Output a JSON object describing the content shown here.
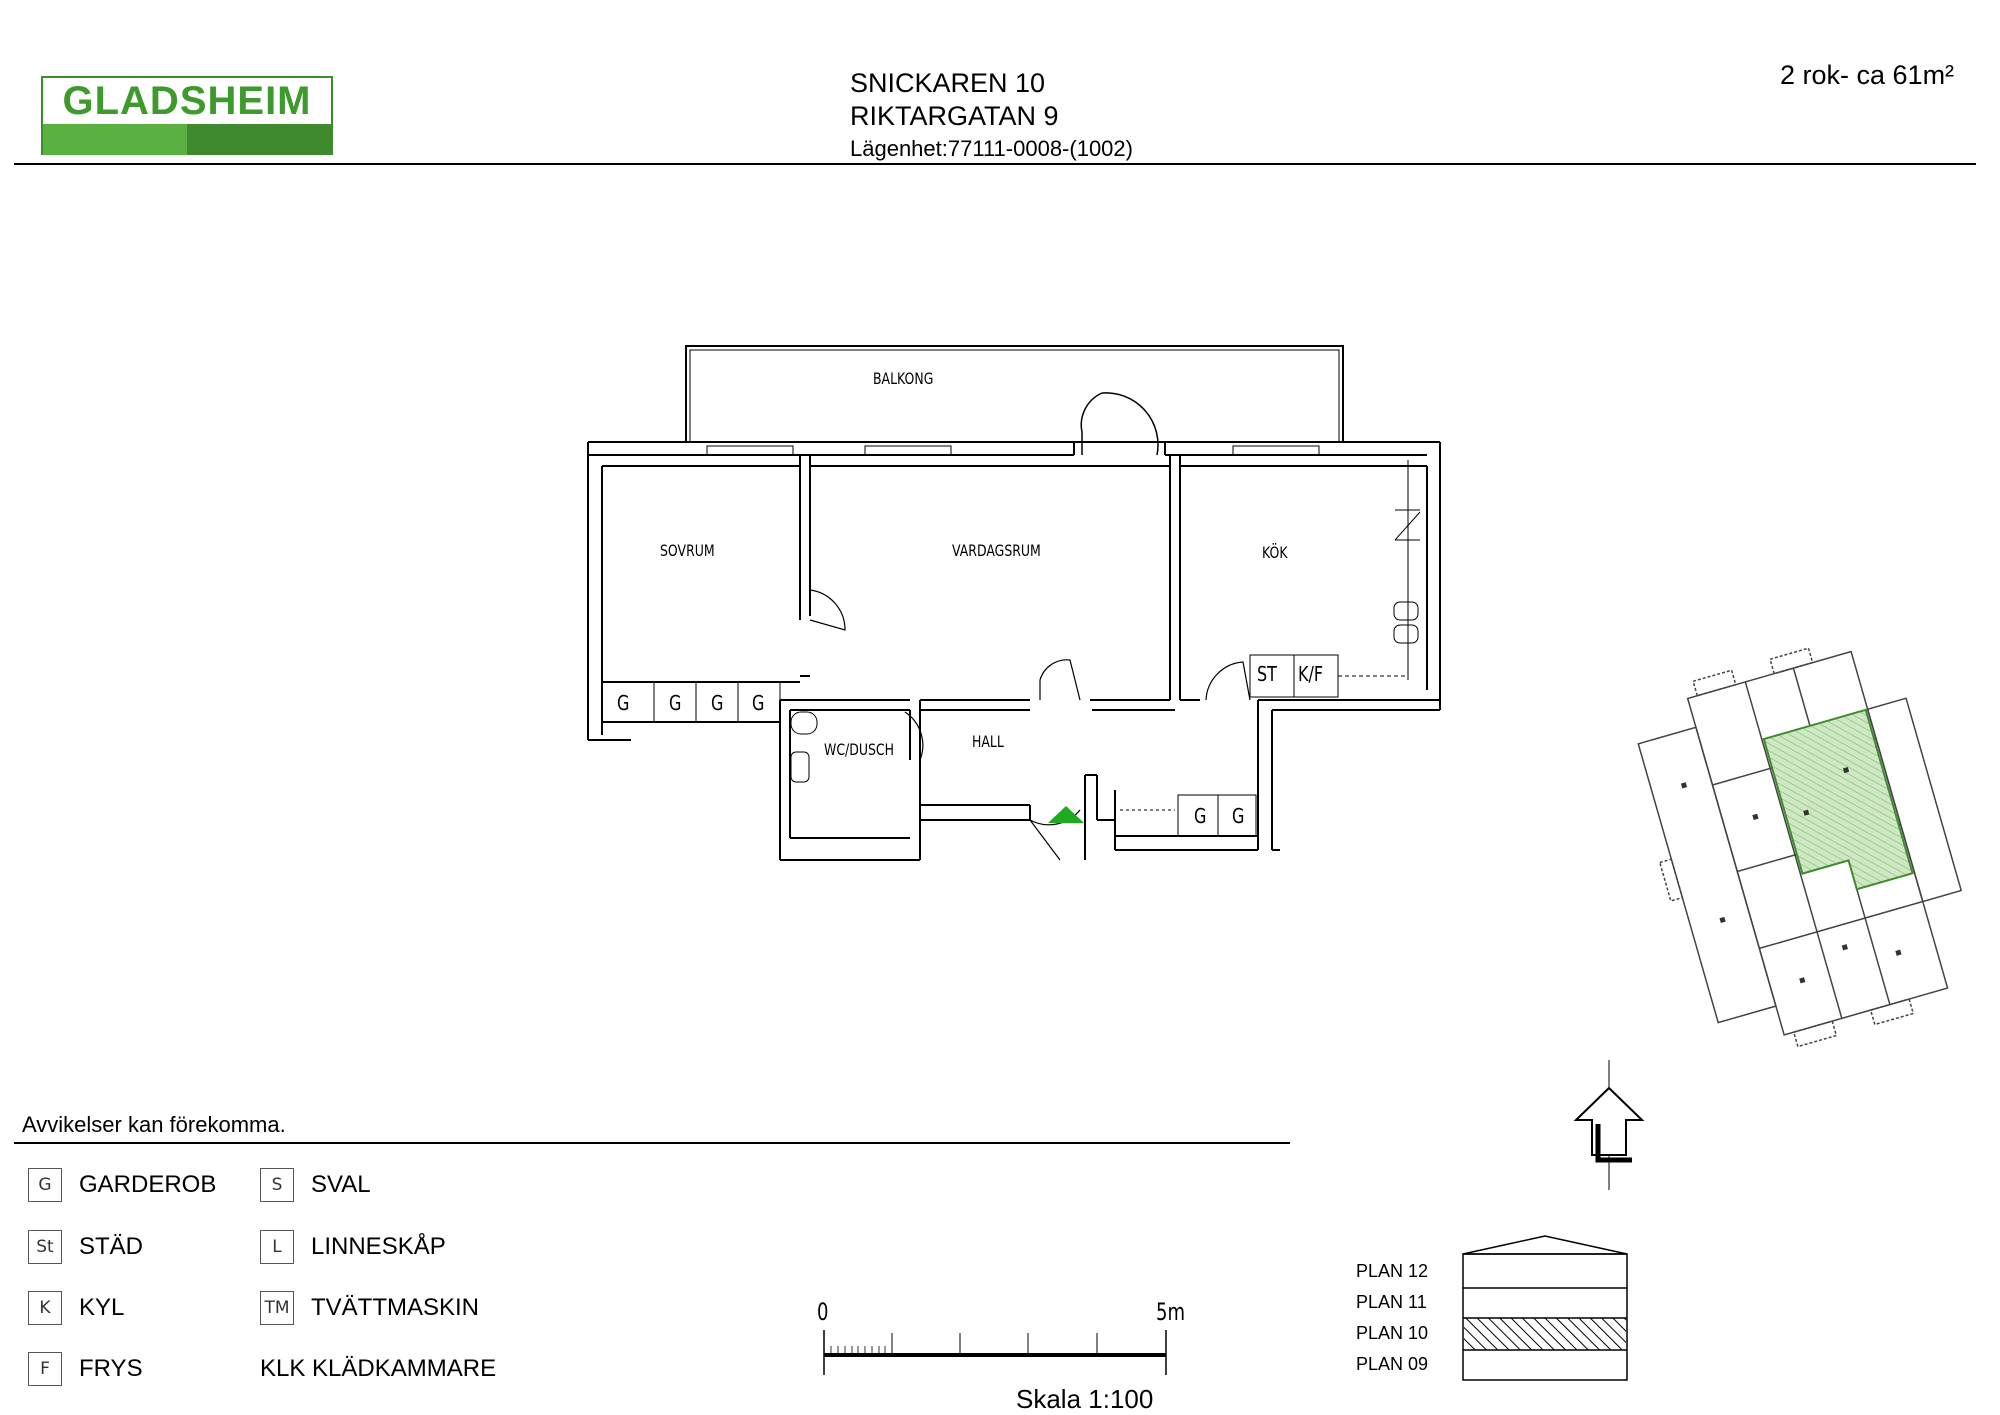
{
  "header": {
    "logo_text": "GLADSHEIM",
    "line1": "SNICKAREN 10",
    "line2": "RIKTARGATAN 9",
    "line3": "Lägenhet:77111-0008-(1002)",
    "size": "2 rok- ca 61m²"
  },
  "rooms": {
    "balcony": "BALKONG",
    "bedroom": "SOVRUM",
    "living": "VARDAGSRUM",
    "kitchen": "KÖK",
    "bath": "WC/DUSCH",
    "hall": "HALL"
  },
  "cabinets": {
    "g": "G",
    "st": "ST",
    "kf": "K/F"
  },
  "disclaimer": "Avvikelser kan förekomma.",
  "legend": [
    {
      "code": "G",
      "label": "GARDEROB"
    },
    {
      "code": "St",
      "label": "STÄD"
    },
    {
      "code": "K",
      "label": "KYL"
    },
    {
      "code": "F",
      "label": "FRYS"
    },
    {
      "code": "S",
      "label": "SVAL"
    },
    {
      "code": "L",
      "label": "LINNESKÅP"
    },
    {
      "code": "TM",
      "label": "TVÄTTMASKIN"
    },
    {
      "code": "",
      "label": "KLK KLÄDKAMMARE"
    }
  ],
  "scale": {
    "start": "0",
    "end": "5m",
    "caption": "Skala 1:100"
  },
  "floors": {
    "labels": [
      "PLAN 12",
      "PLAN 11",
      "PLAN 10",
      "PLAN 09"
    ],
    "current": "PLAN 10"
  },
  "colors": {
    "brand_light": "#5ab040",
    "brand_dark": "#3f8a2e",
    "entry_marker": "#1faa1f",
    "highlight": "#cfe8c4"
  }
}
